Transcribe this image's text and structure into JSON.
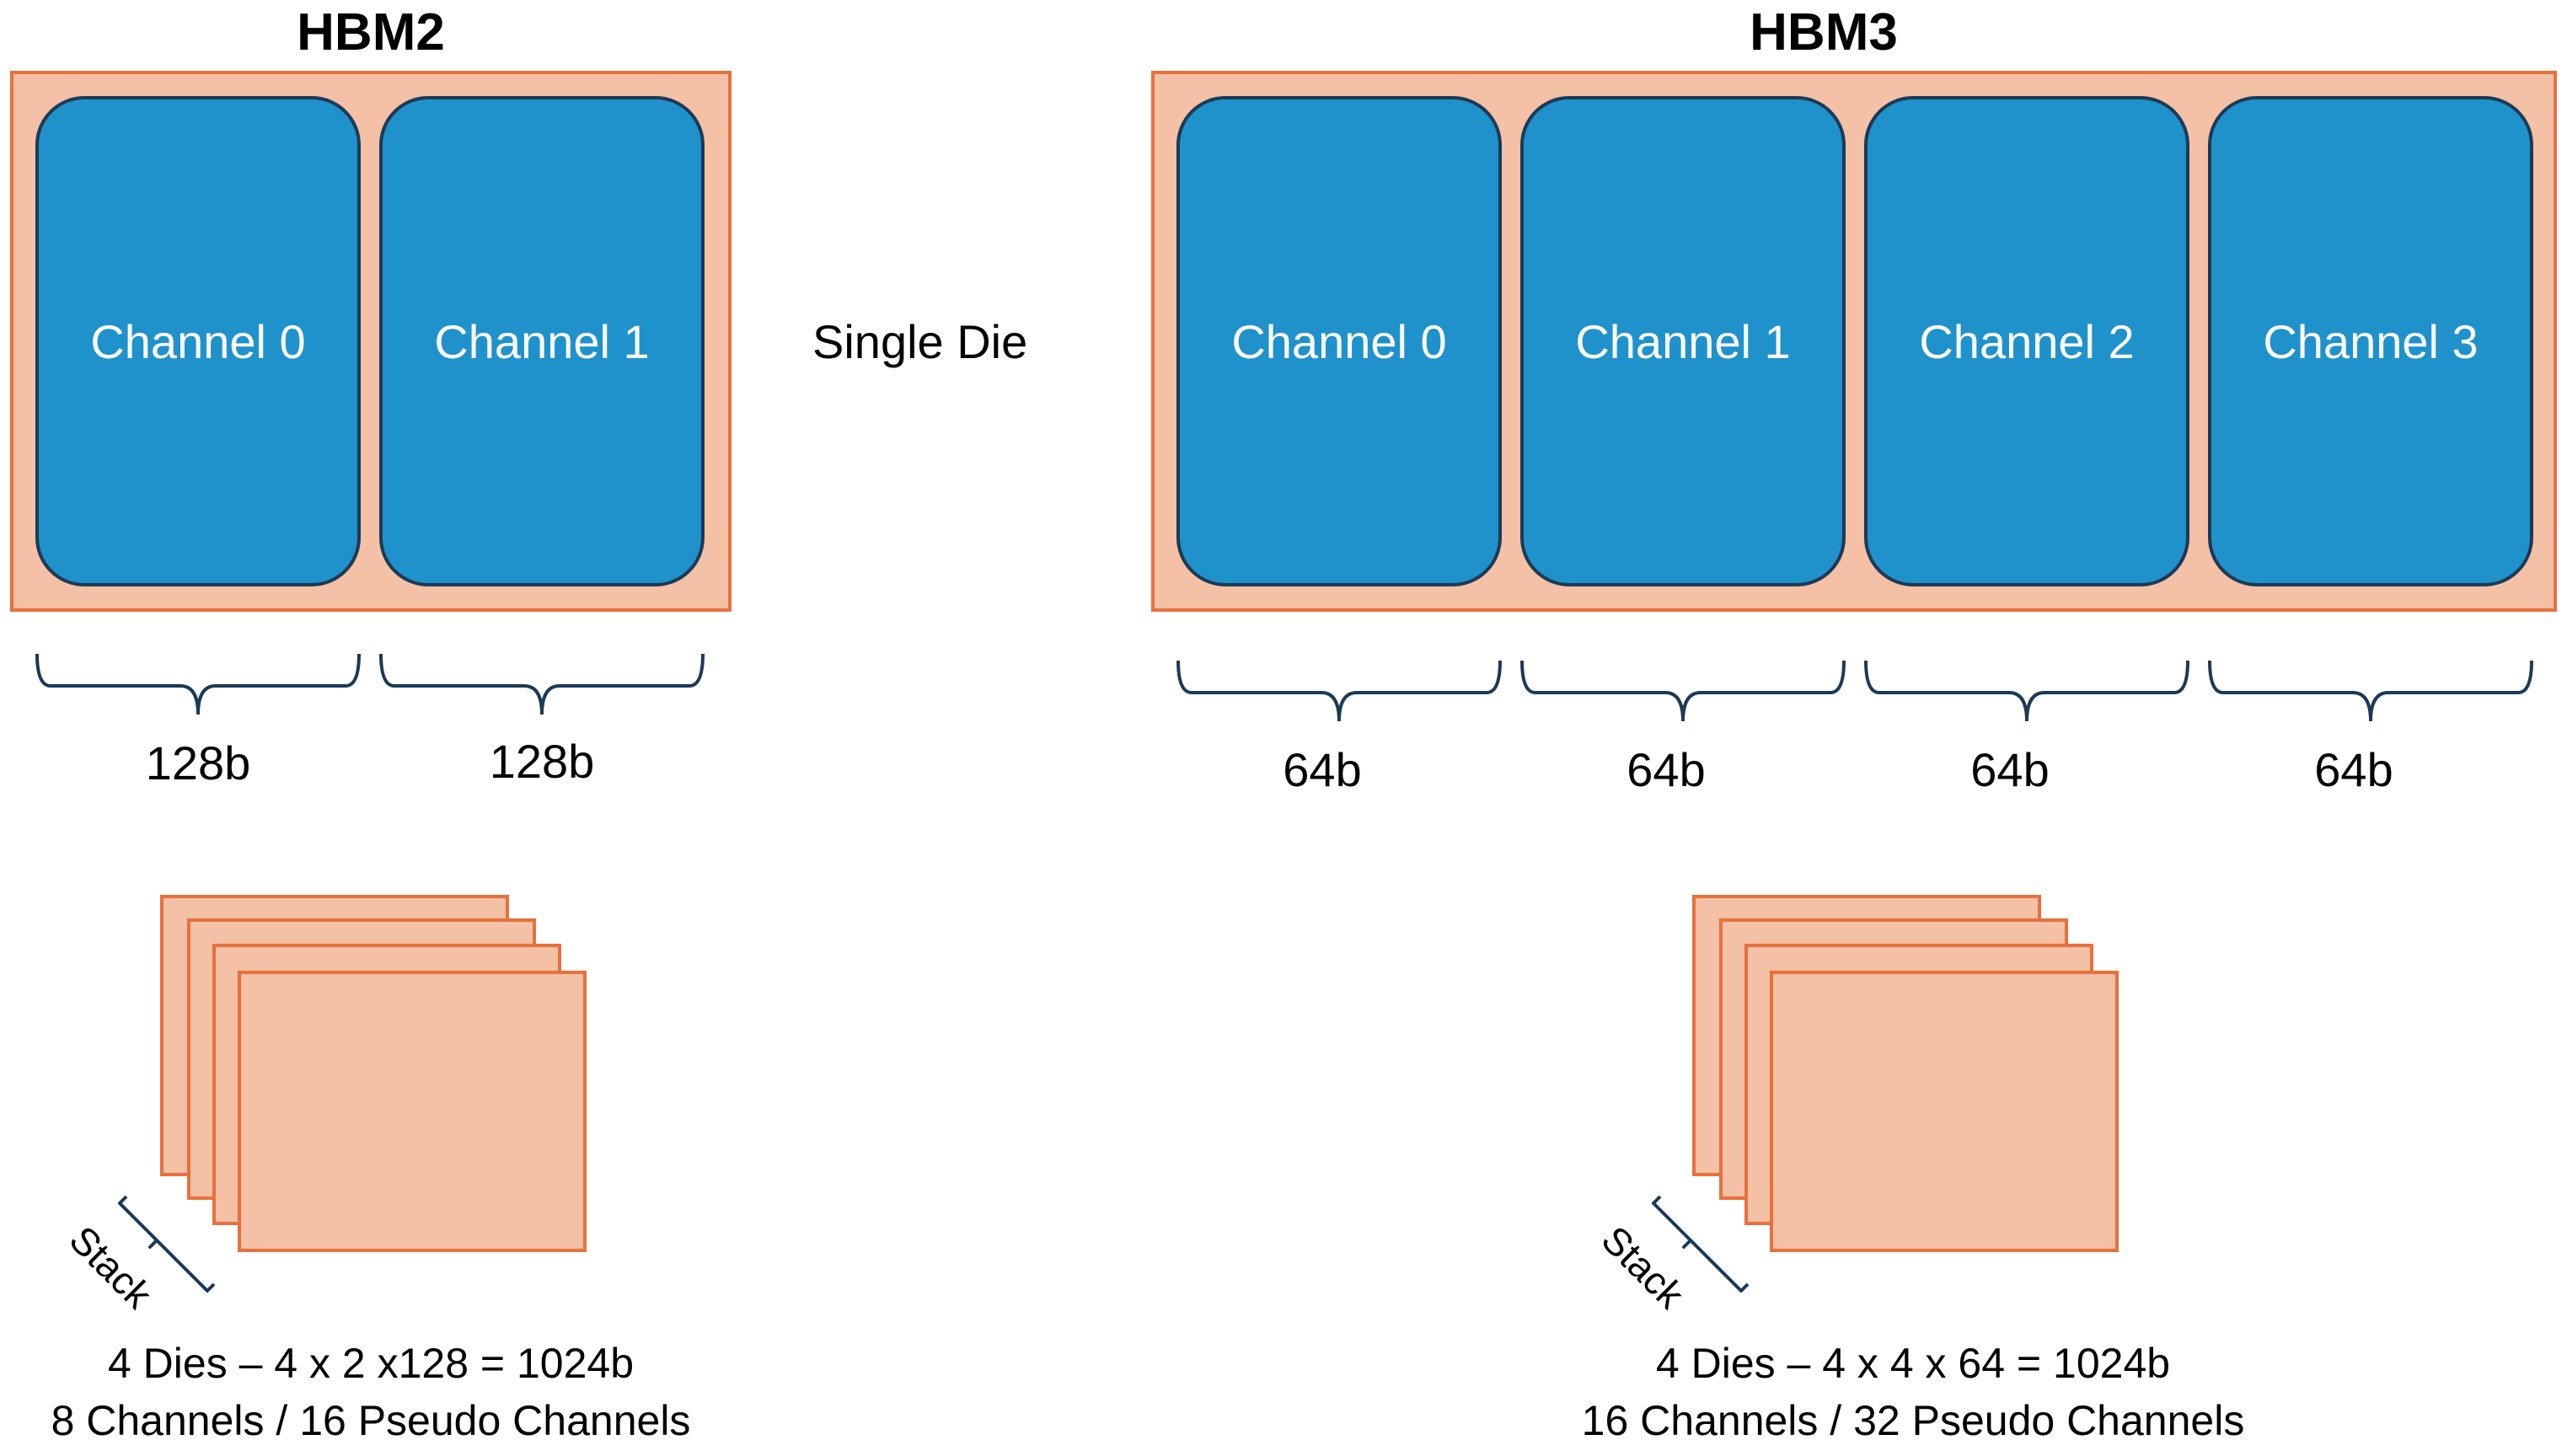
{
  "hbm2": {
    "title": "HBM2",
    "channels": [
      "Channel 0",
      "Channel 1"
    ],
    "widths": [
      "128b",
      "128b"
    ],
    "stack_label": "Stack",
    "caption_line1": "4 Dies – 4 x 2 x128 = 1024b",
    "caption_line2": "8 Channels / 16 Pseudo Channels"
  },
  "center_label": "Single Die",
  "hbm3": {
    "title": "HBM3",
    "channels": [
      "Channel 0",
      "Channel 1",
      "Channel 2",
      "Channel 3"
    ],
    "widths": [
      "64b",
      "64b",
      "64b",
      "64b"
    ],
    "stack_label": "Stack",
    "caption_line1": "4 Dies – 4 x 4 x 64 = 1024b",
    "caption_line2": "16 Channels / 32 Pseudo Channels"
  },
  "colors": {
    "die_fill": "#F4C0A6",
    "die_border": "#E8703D",
    "channel_fill": "#1F92CB",
    "channel_border": "#1C3A55",
    "brace": "#1C3A55"
  }
}
